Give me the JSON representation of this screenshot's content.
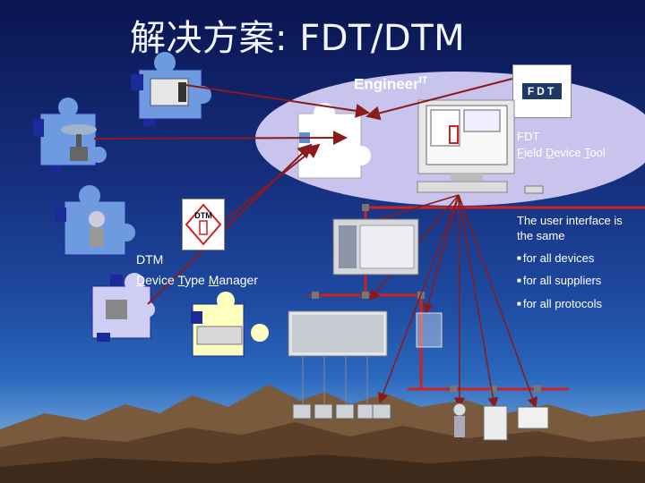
{
  "title": "解决方案: FDT/DTM",
  "engineer": {
    "name": "Engineer",
    "sup": "IT"
  },
  "fdt": {
    "logo_text": "FDT",
    "line1": "FDT",
    "field": "F",
    "field_rest": "ield ",
    "device": "D",
    "device_rest": "evice ",
    "tool": "T",
    "tool_rest": "ool"
  },
  "dtm": {
    "logo_text": "DTM",
    "line1": "DTM",
    "device": "D",
    "device_rest": "evice ",
    "type": "T",
    "type_rest": "ype ",
    "manager": "M",
    "manager_rest": "anager"
  },
  "user_interface": {
    "line1": "The user interface is",
    "line2": "the same"
  },
  "bullets": [
    "for all devices",
    "for all suppliers",
    "for all protocols"
  ],
  "colors": {
    "puzzle_blue": "#6e9be0",
    "puzzle_lavender": "#cfcdf3",
    "puzzle_yellow": "#ffffc0",
    "puzzle_tab": "#1c2a99",
    "arrow": "#8b1a1a",
    "network": "#cc2222",
    "mountain": "#7a5a3c"
  }
}
